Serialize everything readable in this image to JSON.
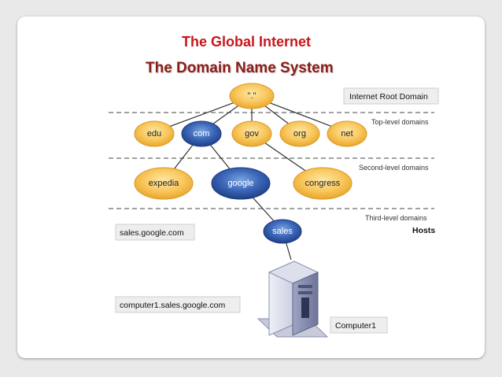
{
  "slide": {
    "title": "The Global Internet",
    "subtitle": "The Domain Name System"
  },
  "diagram": {
    "root_label": "\".\"",
    "root_domain_label": "Internet Root Domain",
    "levels": {
      "top": "Top-level domains",
      "second": "Second-level domains",
      "third": "Third-level domains",
      "hosts": "Hosts"
    },
    "top_level": [
      "edu",
      "com",
      "gov",
      "org",
      "net"
    ],
    "second_level": [
      "expedia",
      "google",
      "congress"
    ],
    "host": "sales",
    "host_fqdn": "sales.google.com",
    "computer_fqdn": "computer1.sales.google.com",
    "computer_label": "Computer1",
    "colors": {
      "title": "#c8161d",
      "subtitle": "#8c1d18",
      "orange_node": "#f7c15a",
      "blue_node": "#2f5aa8"
    }
  }
}
